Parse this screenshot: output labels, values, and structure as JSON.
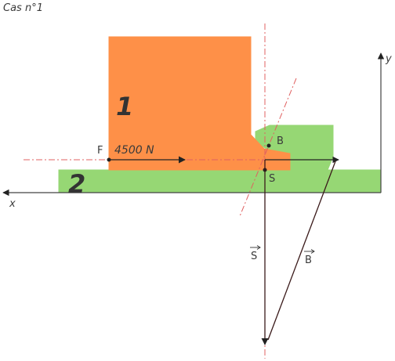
{
  "caption": "Cas n°1",
  "colors": {
    "part1": "#fe9048",
    "part2": "#96d774",
    "axis_line": "#e06060",
    "vector": "#3a1a1a",
    "ink": "#333333",
    "background": "#ffffff"
  },
  "labels": {
    "part1_number": "1",
    "part2_number": "2",
    "point_f": "F",
    "force_value": "4500 N",
    "point_b": "B",
    "point_s": "S",
    "vector_s": "S",
    "vector_b": "B",
    "axis_x": "x",
    "axis_y": "y"
  },
  "icons": {
    "vector_arrow": "over-arrow-icon",
    "arrowhead": "arrowhead-icon"
  }
}
